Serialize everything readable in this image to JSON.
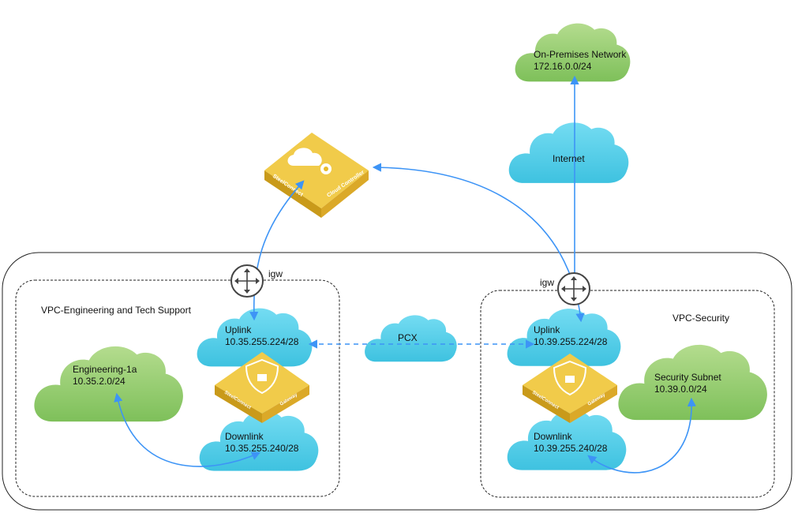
{
  "on_prem": {
    "name": "On-Premises Network",
    "cidr": "172.16.0.0/24"
  },
  "internet": {
    "name": "Internet"
  },
  "cloud_controller": {
    "brand": "SteelConnect",
    "product": "Cloud Controller"
  },
  "gateway": {
    "brand": "SteelConnect",
    "product": "Gateway"
  },
  "igw_left": {
    "label": "igw"
  },
  "igw_right": {
    "label": "igw"
  },
  "pcx": {
    "label": "PCX"
  },
  "vpc_engineering": {
    "title": "VPC-Engineering and Tech Support",
    "uplink": {
      "name": "Uplink",
      "cidr": "10.35.255.224/28"
    },
    "downlink": {
      "name": "Downlink",
      "cidr": "10.35.255.240/28"
    },
    "subnet": {
      "name": "Engineering-1a",
      "cidr": "10.35.2.0/24"
    }
  },
  "vpc_security": {
    "title": "VPC-Security",
    "uplink": {
      "name": "Uplink",
      "cidr": "10.39.255.224/28"
    },
    "downlink": {
      "name": "Downlink",
      "cidr": "10.39.255.240/28"
    },
    "subnet": {
      "name": "Security Subnet",
      "cidr": "10.39.0.0/24"
    }
  },
  "colors": {
    "blue_cloud": "#4cc7e4",
    "green_cloud": "#88c665",
    "connector": "#3d94f6",
    "gold": "#e8bb2a"
  }
}
